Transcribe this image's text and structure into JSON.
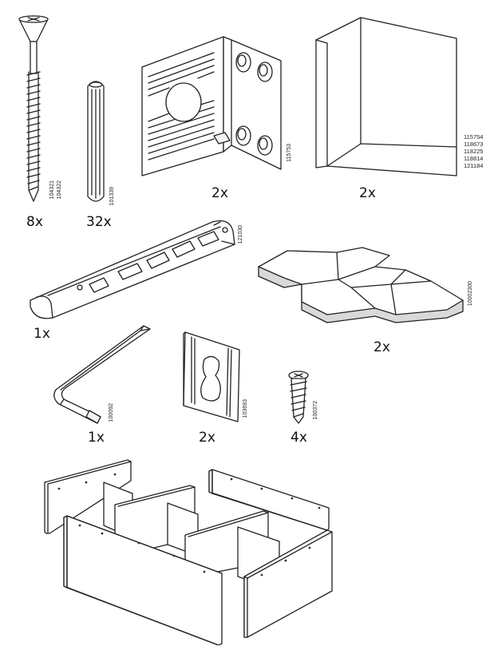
{
  "parts": [
    {
      "id": "screw",
      "quantity": "8x",
      "codes": [
        "104321",
        "104322"
      ]
    },
    {
      "id": "dowel",
      "quantity": "32x",
      "codes": [
        "101339"
      ]
    },
    {
      "id": "corner-bracket",
      "quantity": "2x",
      "codes": [
        "115753"
      ]
    },
    {
      "id": "corner-panel",
      "quantity": "2x",
      "codes": [
        "115754",
        "118673",
        "118225",
        "118814",
        "121184"
      ]
    },
    {
      "id": "rail",
      "quantity": "1x",
      "codes": [
        "121030"
      ]
    },
    {
      "id": "hexagon-board",
      "quantity": "2x",
      "codes": [
        "10002300"
      ]
    },
    {
      "id": "allen-key",
      "quantity": "1x",
      "codes": [
        "100092"
      ]
    },
    {
      "id": "wall-plate",
      "quantity": "2x",
      "codes": [
        "103693"
      ]
    },
    {
      "id": "cam-screw",
      "quantity": "4x",
      "codes": [
        "100372"
      ]
    }
  ]
}
